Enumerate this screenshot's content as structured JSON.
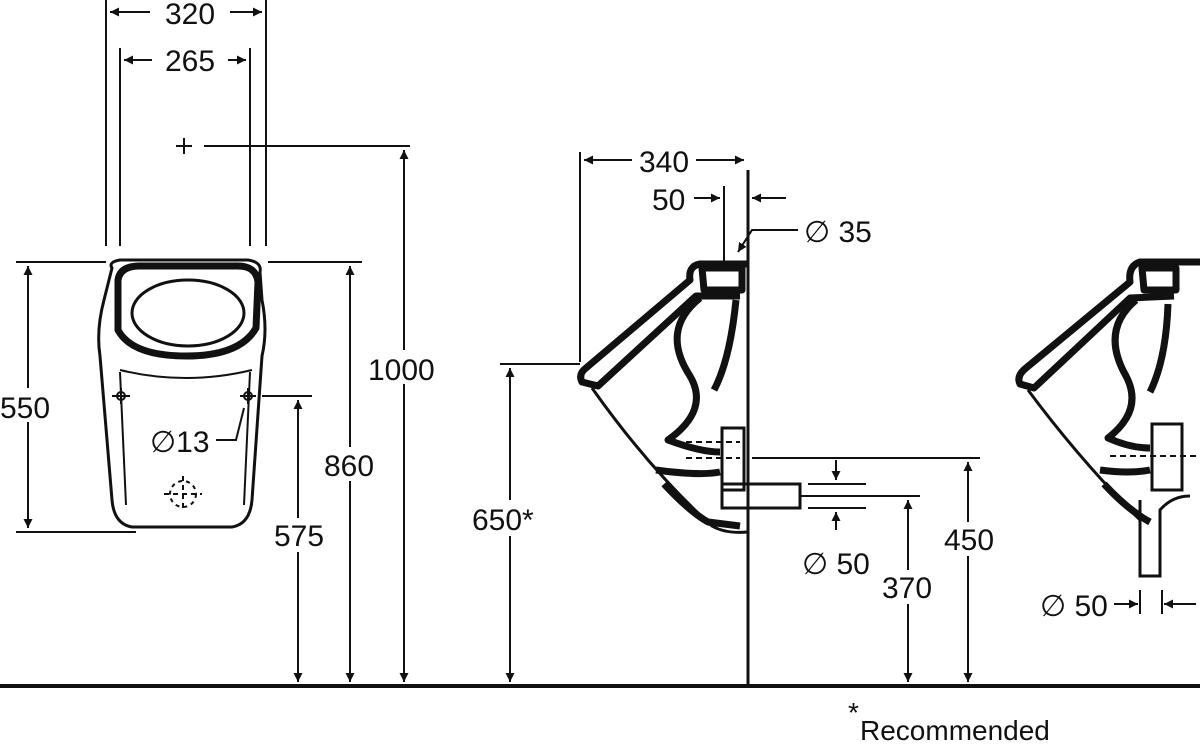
{
  "front_view": {
    "width_outer": "320",
    "width_inner": "265",
    "height_body": "550",
    "height_rim": "860",
    "height_total": "1000",
    "height_fixing": "575",
    "hole_diameter": "∅13"
  },
  "side_view": {
    "depth": "340",
    "inlet_offset": "50",
    "inlet_diameter": "∅ 35",
    "rim_height": "650*",
    "outlet_height": "450",
    "outlet_center": "370",
    "outlet_diameter": "∅ 50"
  },
  "alt_view": {
    "outlet_diameter": "∅ 50"
  },
  "footnote": {
    "asterisk": "*",
    "text": "Recommended"
  }
}
